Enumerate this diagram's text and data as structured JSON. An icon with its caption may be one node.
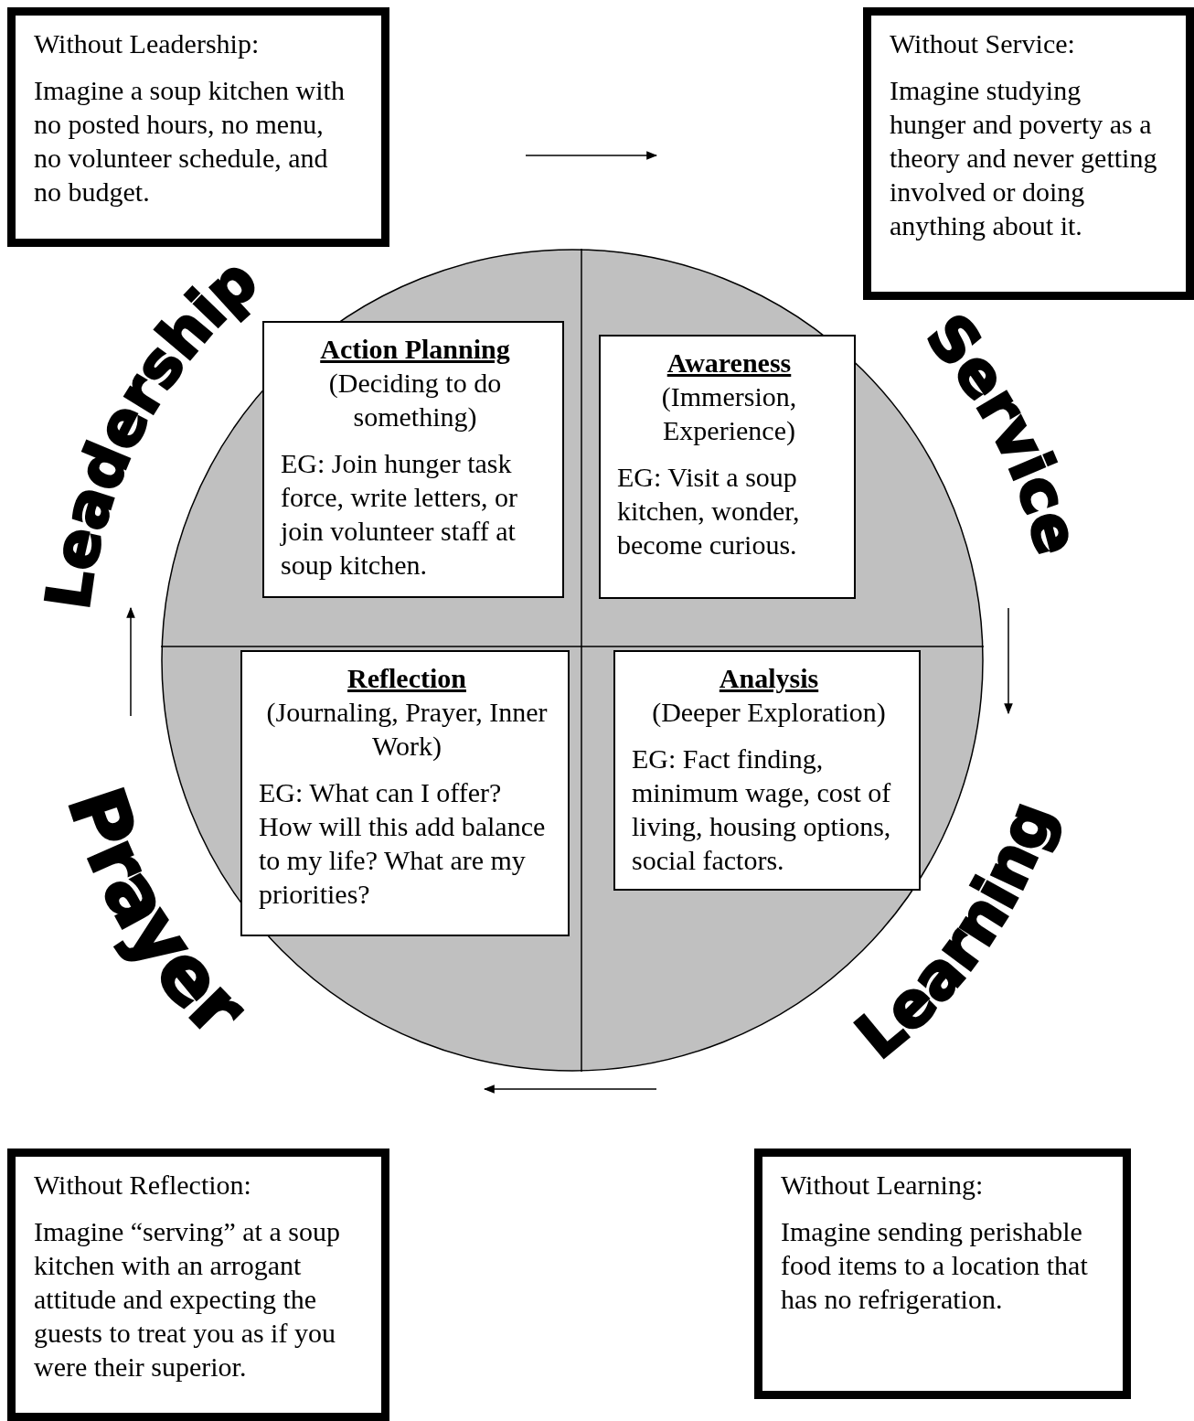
{
  "diagram": {
    "nodes": [
      {
        "text": [
          "Without Leadership:",
          "Imagine a soup kitchen with no posted hours, no menu, no volunteer schedule, and no budget."
        ]
      },
      {
        "text": [
          "Without Service:",
          "Imagine studying hunger and poverty as a theory and never getting involved or doing anything about it."
        ]
      },
      {
        "text": [],
        "shape": "circle"
      },
      {
        "text": [
          "Action Planning",
          "(Deciding to do something)",
          "EG: Join hunger task force, write letters, or join volunteer staff at soup kitchen."
        ],
        "in": 2
      },
      {
        "text": [
          "Awareness",
          "(Immersion, Experience)",
          "EG: Visit a soup kitchen, wonder, become curious."
        ],
        "in": 2
      },
      {
        "text": [
          "Reflection",
          "(Journaling, Prayer, Inner Work)",
          "EG: What can I offer? How will this add balance to my life? What are my priorities?"
        ],
        "in": 2
      },
      {
        "text": [
          "Analysis",
          "(Deeper Exploration)",
          "EG: Fact finding, minimum wage, cost of living, housing options, social factors."
        ],
        "in": 2
      },
      {
        "text": [
          "Without Reflection:",
          "Imagine “serving” at a soup kitchen with an arrogant attitude and expecting the guests to treat you as if you were their superior."
        ]
      },
      {
        "text": [
          "Without Learning:",
          "Imagine sending perishable food items to a location that has no refrigeration."
        ]
      }
    ],
    "labels": [
      "Leadership",
      "Service",
      "Learning",
      "Prayer"
    ]
  }
}
